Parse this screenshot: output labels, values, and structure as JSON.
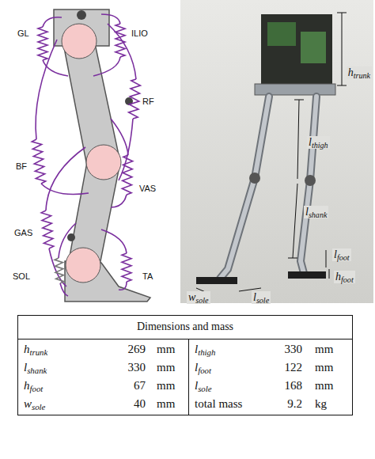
{
  "diagram": {
    "labels": [
      "GL",
      "ILIO",
      "RF",
      "BF",
      "VAS",
      "GAS",
      "SOL",
      "TA",
      "htrunk",
      "lthigh",
      "lshank",
      "lfoot",
      "hfoot",
      "wsole",
      "lsole",
      "Dimensions and mass",
      "htrunk",
      "269",
      "mm",
      "lthigh",
      "330",
      "mm",
      "lshank",
      "330",
      "mm",
      "lfoot",
      "122",
      "mm",
      "hfoot",
      "67",
      "mm",
      "lsole",
      "168",
      "mm",
      "wsole",
      "40",
      "mm",
      "total mass",
      "9.2",
      "kg"
    ]
  }
}
